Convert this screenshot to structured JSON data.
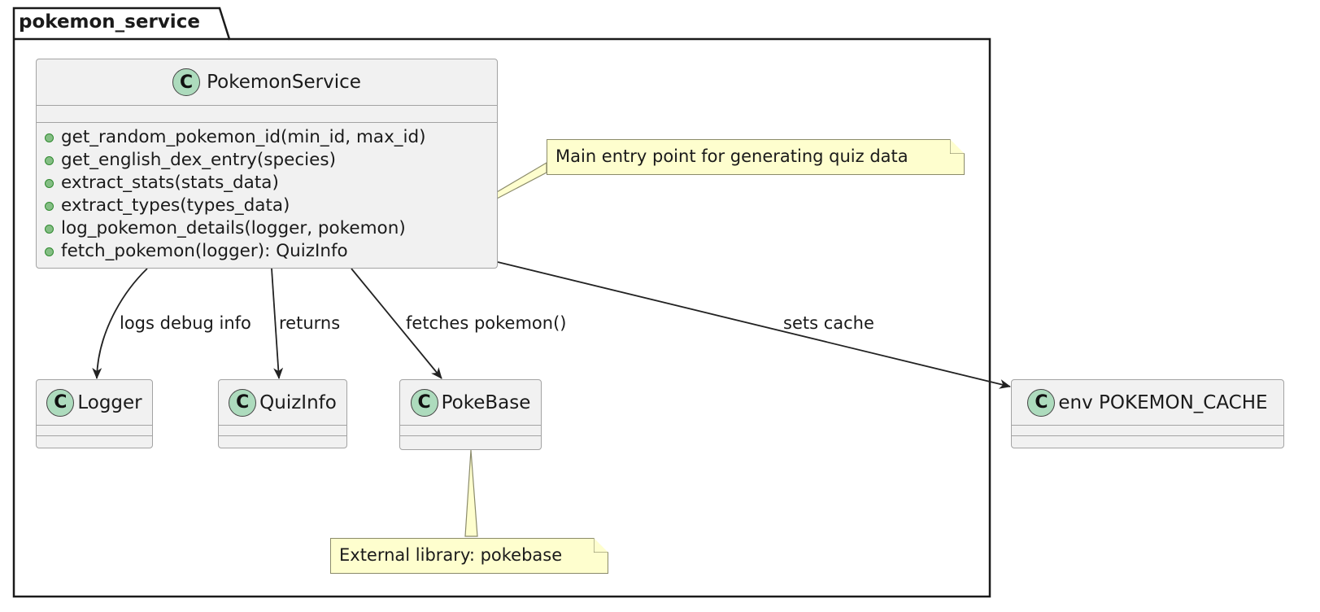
{
  "package": {
    "name": "pokemon_service"
  },
  "classes": {
    "pokemon_service": {
      "icon": "C",
      "name": "PokemonService",
      "methods": [
        "get_random_pokemon_id(min_id, max_id)",
        "get_english_dex_entry(species)",
        "extract_stats(stats_data)",
        "extract_types(types_data)",
        "log_pokemon_details(logger, pokemon)",
        "fetch_pokemon(logger): QuizInfo"
      ]
    },
    "logger": {
      "icon": "C",
      "name": "Logger"
    },
    "quiz_info": {
      "icon": "C",
      "name": "QuizInfo"
    },
    "poke_base": {
      "icon": "C",
      "name": "PokeBase"
    },
    "env_cache": {
      "icon": "C",
      "name": "env POKEMON_CACHE"
    }
  },
  "notes": {
    "main_entry": "Main entry point for generating quiz data",
    "external_lib": "External library: pokebase"
  },
  "relations": {
    "logs": "logs debug info",
    "returns": "returns",
    "fetches": "fetches pokemon()",
    "sets_cache": "sets cache"
  },
  "colors": {
    "class_fill": "#f1f1f1",
    "class_border": "#a3a3a3",
    "class_icon": "#addbbd",
    "note_fill": "#fefece",
    "public_dot": "#84be84",
    "arrow": "#222222"
  }
}
